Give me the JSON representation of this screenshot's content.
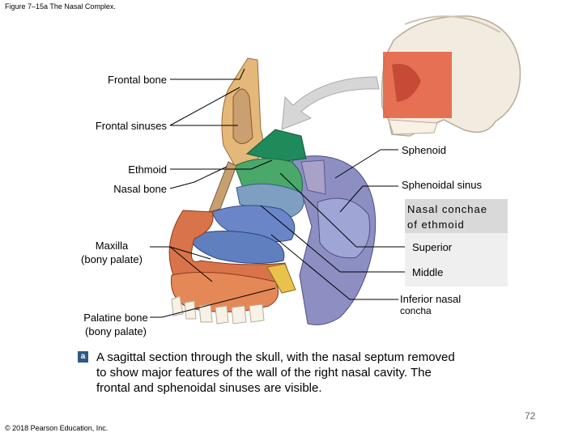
{
  "figure_title": "Figure 7–15a The Nasal Complex.",
  "labels": {
    "frontal_bone": "Frontal bone",
    "frontal_sinuses": "Frontal sinuses",
    "sphenoid": "Sphenoid",
    "ethmoid": "Ethmoid",
    "nasal_bone": "Nasal bone",
    "sphenoidal_sinus": "Sphenoidal sinus",
    "nasal_conchae_line1": "Nasal conchae",
    "nasal_conchae_line2": "of ethmoid",
    "superior": "Superior",
    "middle": "Middle",
    "maxilla_line1": "Maxilla",
    "maxilla_line2": "(bony palate)",
    "inferior_nasal_line1": "Inferior nasal",
    "inferior_nasal_line2": "concha",
    "palatine_line1": "Palatine bone",
    "palatine_line2": "(bony palate)"
  },
  "caption": {
    "letter": "a",
    "text": "A sagittal section through the skull, with the nasal septum removed to show major features of the wall of the right nasal cavity. The frontal and sphenoidal sinuses are visible."
  },
  "copyright": "© 2018 Pearson Education, Inc.",
  "page_number": "72",
  "colors": {
    "frontal_bone": "#e2b574",
    "sphenoid": "#8d8ec2",
    "ethmoid": "#4aa86a",
    "nasal_bone": "#1f8a5c",
    "maxilla": "#d9744a",
    "inferior_concha": "#6a86c8",
    "palatine": "#e8c24a",
    "skull": "#f2ebe0"
  }
}
